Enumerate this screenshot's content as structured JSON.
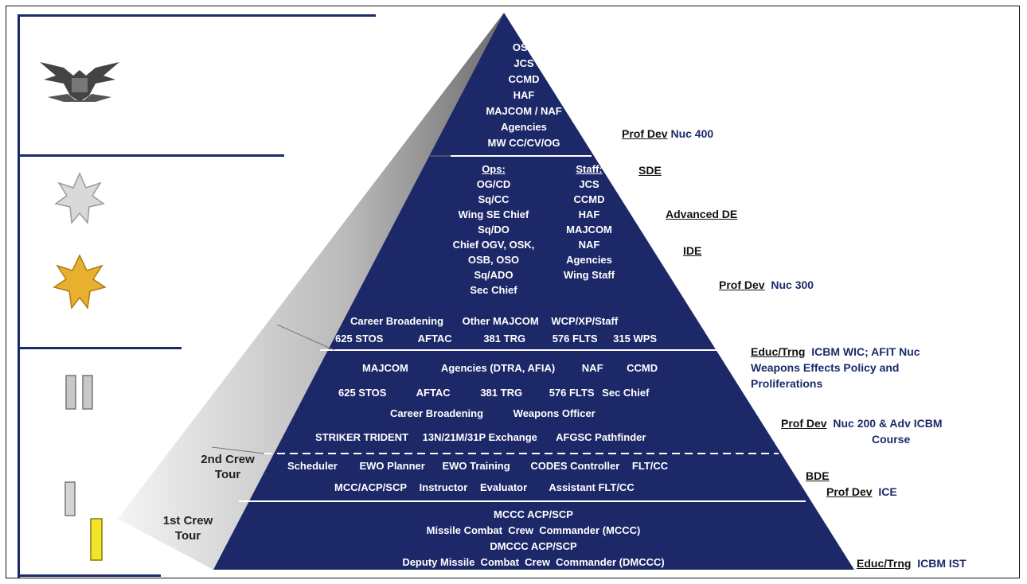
{
  "apex": [
    "OSD",
    "JCS",
    "CCMD",
    "HAF",
    "MAJCOM / NAF",
    "Agencies",
    "MW CC/CV/OG"
  ],
  "ops": {
    "heading": "Ops:",
    "items": [
      "OG/CD",
      "Sq/CC",
      "Wing SE Chief",
      "Sq/DO",
      "Chief OGV, OSK,",
      "OSB, OSO",
      "Sq/ADO",
      "Sec Chief"
    ]
  },
  "staff": {
    "heading": "Staff:",
    "items": [
      "JCS",
      "CCMD",
      "HAF",
      "MAJCOM",
      "NAF",
      "Agencies",
      "Wing Staff"
    ]
  },
  "broadening": {
    "row1": [
      "Career Broadening",
      "Other MAJCOM",
      "WCP/XP/Staff"
    ],
    "row2": [
      "625 STOS",
      "AFTAC",
      "381 TRG",
      "576 FLTS",
      "315 WPS"
    ]
  },
  "mid": {
    "row1": [
      "MAJCOM",
      "Agencies (DTRA, AFIA)",
      "NAF",
      "CCMD"
    ],
    "row2": [
      "625 STOS",
      "AFTAC",
      "381 TRG",
      "576 FLTS",
      "Sec Chief"
    ],
    "row3": [
      "Career Broadening",
      "Weapons Officer"
    ],
    "row4": [
      "STRIKER TRIDENT",
      "13N/21M/31P Exchange",
      "AFGSC Pathfinder"
    ]
  },
  "crew2": {
    "label_line1": "2nd Crew",
    "label_line2": "Tour",
    "row1": [
      "Scheduler",
      "EWO Planner",
      "EWO Training",
      "CODES Controller",
      "FLT/CC"
    ],
    "row2": [
      "MCC/ACP/SCP",
      "Instructor",
      "Evaluator",
      "Assistant FLT/CC"
    ]
  },
  "crew1": {
    "label_line1": "1st Crew",
    "label_line2": "Tour",
    "lines": [
      "MCCC ACP/SCP",
      "Missile Combat  Crew  Commander (MCCC)",
      "DMCCC ACP/SCP",
      "Deputy Missile  Combat  Crew  Commander (DMCCC)"
    ]
  },
  "right_labels": {
    "profdev400": {
      "u": "Prof Dev",
      "t": " Nuc 400"
    },
    "sde": {
      "u": "SDE",
      "t": ""
    },
    "advde": {
      "u": "Advanced DE",
      "t": ""
    },
    "ide": {
      "u": "IDE",
      "t": ""
    },
    "profdev300": {
      "u": "Prof Dev",
      "t": "  Nuc 300"
    },
    "educ1": {
      "u": "Educ/Trng",
      "t": "  ICBM WIC; AFIT Nuc",
      "t2": "Weapons Effects Policy and",
      "t3": "Proliferations"
    },
    "profdev200": {
      "u": "Prof Dev",
      "t": "  Nuc 200 & Adv ICBM",
      "t2": "Course"
    },
    "bde": {
      "u": "BDE",
      "t": ""
    },
    "profdevice": {
      "u": "Prof Dev",
      "t": "  ICE"
    },
    "educ2": {
      "u": "Educ/Trng",
      "t": "  ICBM IST"
    }
  },
  "colors": {
    "navy": "#1b2a6b",
    "pyramid": "#1c2868",
    "text_label": "#1b2a6b"
  },
  "insignia": [
    "colonel-eagle-icon",
    "lt-colonel-silver-oak-leaf-icon",
    "major-gold-oak-leaf-icon",
    "captain-double-bar-icon",
    "first-lt-silver-bar-icon",
    "second-lt-gold-bar-icon"
  ]
}
